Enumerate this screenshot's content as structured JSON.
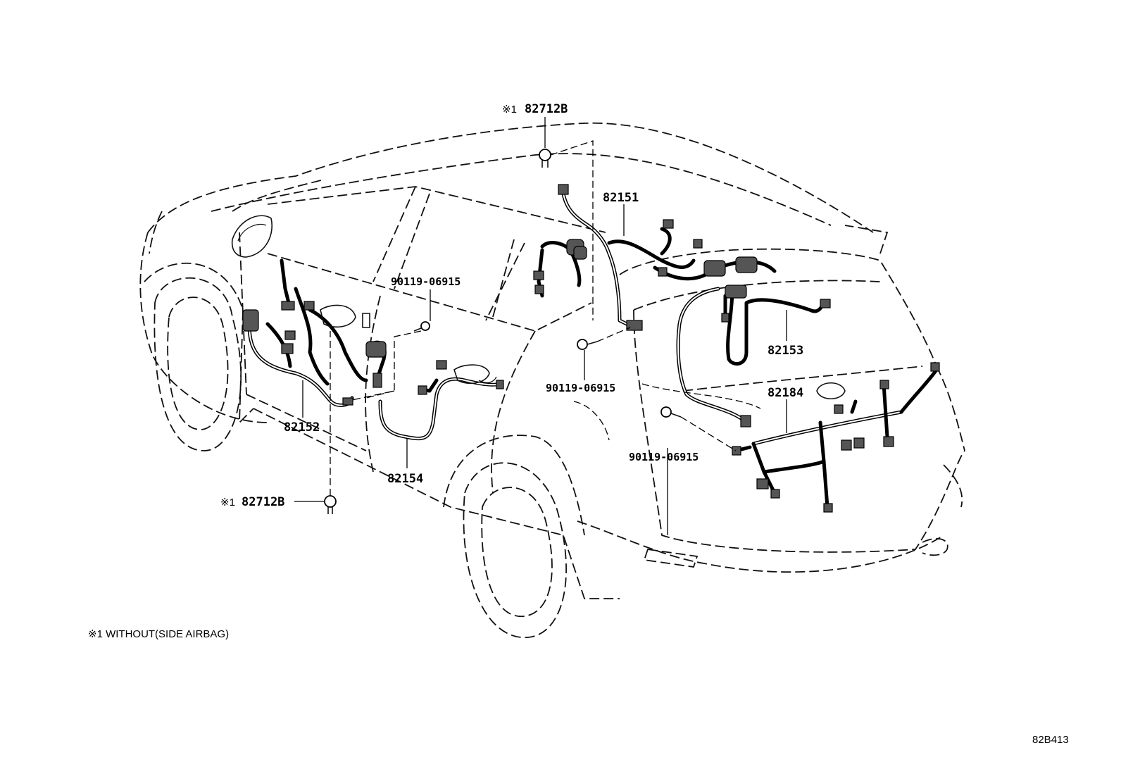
{
  "labels": {
    "part_82712b_top": "82712B",
    "part_82712b_left": "82712B",
    "note_marker": "※1",
    "part_82151": "82151",
    "part_82152": "82152",
    "part_82153": "82153",
    "part_82154": "82154",
    "part_82184": "82184",
    "bolt_left": "90119-06915",
    "bolt_center": "90119-06915",
    "bolt_right": "90119-06915"
  },
  "footnote": "※1 WITHOUT(SIDE AIRBAG)",
  "diagram_ref": "82B413"
}
